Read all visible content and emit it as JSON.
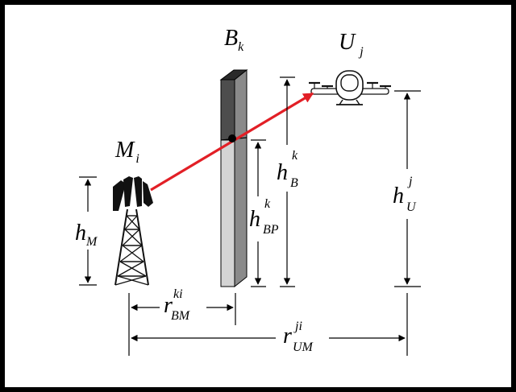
{
  "labels": {
    "building": {
      "main": "B",
      "sub": "k"
    },
    "uav": {
      "main": "U",
      "sub": "j"
    },
    "macro": {
      "main": "M",
      "sub": "i"
    },
    "h_macro": {
      "main": "h",
      "sub": "M"
    },
    "h_building": {
      "main": "h",
      "sup": "k",
      "sub": "B"
    },
    "h_breakpoint": {
      "main": "h",
      "sup": "k",
      "sub": "BP"
    },
    "h_uav": {
      "main": "h",
      "sup": "j",
      "sub": "U"
    },
    "r_building_macro": {
      "main": "r",
      "sup": "ki",
      "sub": "BM"
    },
    "r_uav_macro": {
      "main": "r",
      "sup": "ji",
      "sub": "UM"
    }
  },
  "colors": {
    "frame": "#000000",
    "building_top": "#4d4d4d",
    "building_bottom": "#d4d4d4",
    "link_ray": "#e21f26",
    "uav_body": "#ffffff"
  },
  "icons": {
    "tower": "lattice-tower-icon",
    "drone": "passenger-drone-icon"
  }
}
